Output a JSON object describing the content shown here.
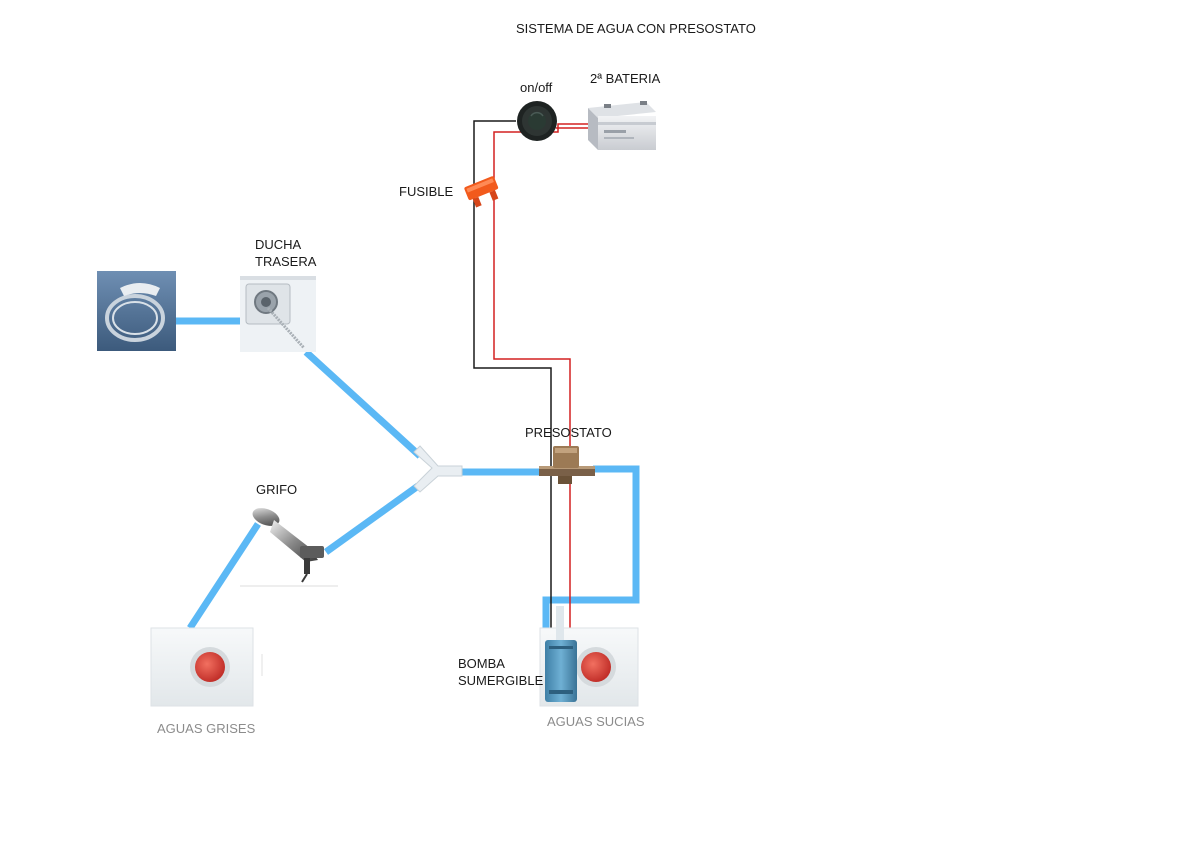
{
  "title": "SISTEMA DE AGUA CON PRESOSTATO",
  "labels": {
    "switch": "on/off",
    "battery": "2ª BATERIA",
    "fuse": "FUSIBLE",
    "shower_line1": "DUCHA",
    "shower_line2": "TRASERA",
    "faucet": "GRIFO",
    "pressure_switch": "PRESOSTATO",
    "pump_line1": "BOMBA",
    "pump_line2": "SUMERGIBLE",
    "grey_tank": "AGUAS GRISES",
    "dirty_tank": "AGUAS SUCIAS"
  },
  "colors": {
    "water_pipe": "#5bb8f5",
    "wire_positive": "#d42020",
    "wire_negative": "#1a1a1a",
    "fuse": "#f25a1c",
    "tank_button": "#e0453a",
    "pressure_switch": "#9c7a55"
  }
}
